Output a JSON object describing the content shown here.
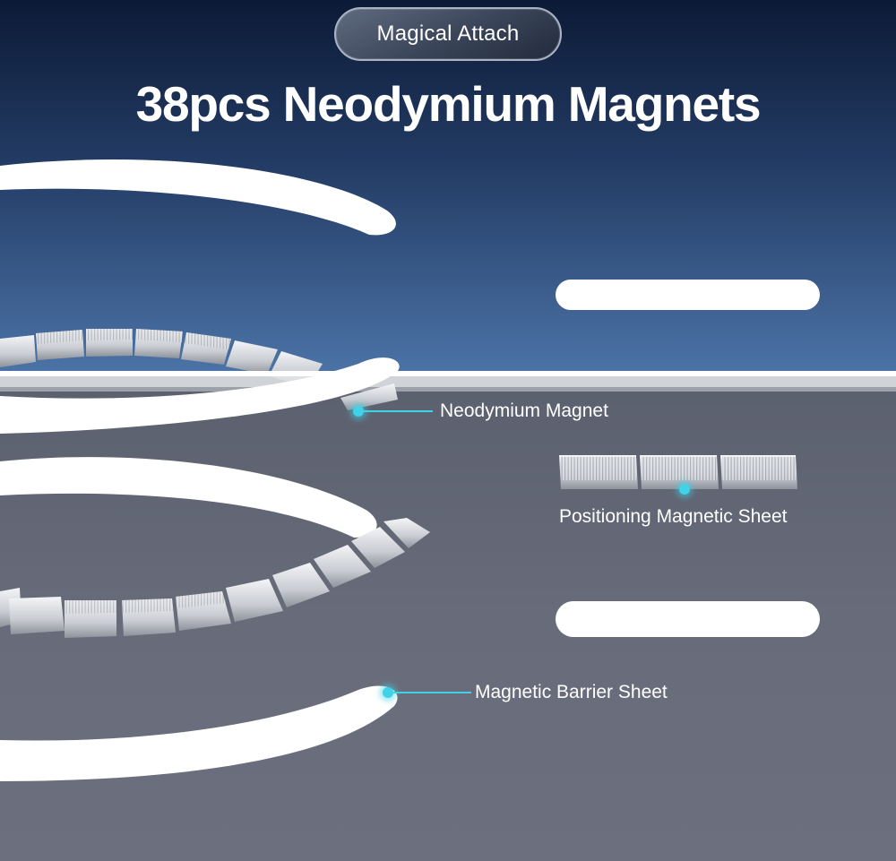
{
  "badge": {
    "label": "Magical Attach"
  },
  "headline": {
    "text": "38pcs Neodymium Magnets"
  },
  "callouts": [
    {
      "label": "Neodymium Magnet"
    },
    {
      "label": "Positioning Magnetic Sheet"
    },
    {
      "label": "Magnetic Barrier Sheet"
    }
  ],
  "colors": {
    "sky_top": "#0c1a36",
    "sky_bottom": "#4a72a6",
    "base": "#6a6e7c",
    "accent": "#3fd2e8",
    "ring": "#ffffff"
  }
}
